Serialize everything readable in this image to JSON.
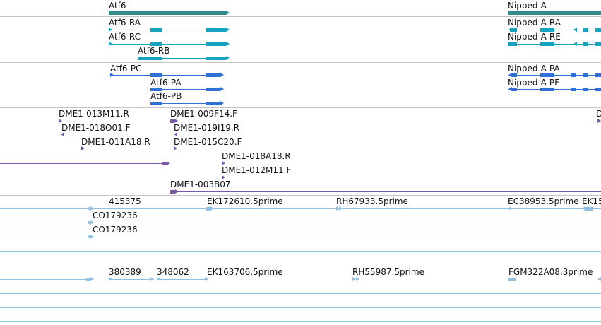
{
  "colors": {
    "gene": "#2e8b87",
    "transcript_teal": "#16a3bf",
    "transcript_blue": "#2f6fd6",
    "clone": "#7a5aa6",
    "est": "#8ec1e3",
    "separator": "#c4c4c4"
  },
  "icons": {
    "forward_strand": "triangle-right-icon",
    "reverse_strand": "triangle-left-icon"
  },
  "genes": {
    "atf6": "Atf6",
    "nipped_a": "Nipped-A"
  },
  "transcripts": {
    "atf6_ra": "Atf6-RA",
    "atf6_rc": "Atf6-RC",
    "atf6_rb": "Atf6-RB",
    "nipped_ra": "Nipped-A-RA",
    "nipped_re": "Nipped-A-RE"
  },
  "proteins": {
    "atf6_pc": "Atf6-PC",
    "atf6_pa": "Atf6-PA",
    "atf6_pb": "Atf6-PB",
    "nipped_pa": "Nipped-A-PA",
    "nipped_pe": "Nipped-A-PE"
  },
  "clones": {
    "c1": "DME1-013M11.R",
    "c2": "DME1-018O01.F",
    "c3": "DME1-011A18.R",
    "c4": "DME1-009F14.F",
    "c5": "DME1-019I19.R",
    "c6": "DME1-015C20.F",
    "c7": "DME1-018A18.R",
    "c8": "DME1-012M11.F",
    "c9": "DME1-003B07",
    "c10": "D"
  },
  "ests": {
    "e1": "415375",
    "e2": "CO179236",
    "e3": "CO179236",
    "e4": "EK172610.5prime",
    "e5": "RH67933.5prime",
    "e6": "EC38953.5prime",
    "e7": "EK15",
    "f1": "380389",
    "f2": "348062",
    "f3": "EK163706.5prime",
    "f4": "RH55987.5prime",
    "f5": "FGM322A08.3prime"
  }
}
